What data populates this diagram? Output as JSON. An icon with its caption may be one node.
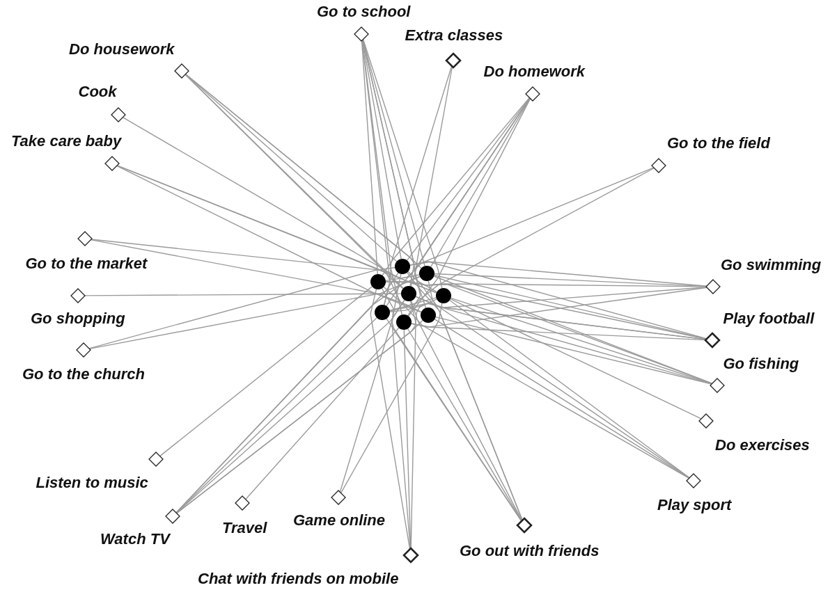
{
  "diagram": {
    "nodes": [
      {
        "text": [
          "Go to school"
        ]
      },
      {
        "text": [
          "Extra classes"
        ]
      },
      {
        "text": [
          "Do homework"
        ]
      },
      {
        "text": [
          "Do housework"
        ]
      },
      {
        "text": [
          "Cook"
        ]
      },
      {
        "text": [
          "Take care baby"
        ]
      },
      {
        "text": [
          "Go to the field"
        ]
      },
      {
        "text": [
          "Go to the market"
        ]
      },
      {
        "text": [
          "Go shopping"
        ]
      },
      {
        "text": [
          "Go to the church"
        ]
      },
      {
        "text": [
          "Go swimming"
        ]
      },
      {
        "text": [
          "Play football"
        ]
      },
      {
        "text": [
          "Go fishing"
        ]
      },
      {
        "text": [
          "Do exercises"
        ]
      },
      {
        "text": [
          "Play sport"
        ]
      },
      {
        "text": [
          "Listen to music"
        ]
      },
      {
        "text": [
          "Watch TV"
        ]
      },
      {
        "text": [
          "Travel"
        ]
      },
      {
        "text": [
          "Game online"
        ]
      },
      {
        "text": [
          "Go out with friends"
        ]
      },
      {
        "text": [
          "Chat with friends on mobile"
        ]
      },
      {
        "text": [],
        "shape": "circle"
      },
      {
        "text": [],
        "shape": "circle"
      },
      {
        "text": [],
        "shape": "circle"
      },
      {
        "text": [],
        "shape": "circle"
      },
      {
        "text": [],
        "shape": "circle"
      },
      {
        "text": [],
        "shape": "circle"
      },
      {
        "text": [],
        "shape": "circle"
      },
      {
        "text": [],
        "shape": "circle"
      }
    ],
    "edges": [
      {
        "from": 0,
        "to": 21,
        "arrow": "none"
      },
      {
        "from": 0,
        "to": 22,
        "arrow": "none"
      },
      {
        "from": 0,
        "to": 23,
        "arrow": "none"
      },
      {
        "from": 0,
        "to": 24,
        "arrow": "none"
      },
      {
        "from": 0,
        "to": 25,
        "arrow": "none"
      },
      {
        "from": 0,
        "to": 26,
        "arrow": "none"
      },
      {
        "from": 0,
        "to": 27,
        "arrow": "none"
      },
      {
        "from": 0,
        "to": 28,
        "arrow": "none"
      },
      {
        "from": 1,
        "to": 26,
        "arrow": "none"
      },
      {
        "from": 1,
        "to": 27,
        "arrow": "none"
      },
      {
        "from": 2,
        "to": 21,
        "arrow": "none"
      },
      {
        "from": 2,
        "to": 22,
        "arrow": "none"
      },
      {
        "from": 2,
        "to": 23,
        "arrow": "none"
      },
      {
        "from": 2,
        "to": 24,
        "arrow": "none"
      },
      {
        "from": 2,
        "to": 26,
        "arrow": "none"
      },
      {
        "from": 2,
        "to": 27,
        "arrow": "none"
      },
      {
        "from": 3,
        "to": 21,
        "arrow": "none"
      },
      {
        "from": 3,
        "to": 22,
        "arrow": "none"
      },
      {
        "from": 3,
        "to": 24,
        "arrow": "none"
      },
      {
        "from": 3,
        "to": 25,
        "arrow": "none"
      },
      {
        "from": 3,
        "to": 28,
        "arrow": "none"
      },
      {
        "from": 4,
        "to": 25,
        "arrow": "none"
      },
      {
        "from": 5,
        "to": 24,
        "arrow": "none"
      },
      {
        "from": 5,
        "to": 25,
        "arrow": "none"
      },
      {
        "from": 5,
        "to": 28,
        "arrow": "none"
      },
      {
        "from": 6,
        "to": 23,
        "arrow": "none"
      },
      {
        "from": 6,
        "to": 26,
        "arrow": "none"
      },
      {
        "from": 7,
        "to": 22,
        "arrow": "none"
      },
      {
        "from": 7,
        "to": 25,
        "arrow": "none"
      },
      {
        "from": 8,
        "to": 24,
        "arrow": "none"
      },
      {
        "from": 9,
        "to": 21,
        "arrow": "none"
      },
      {
        "from": 9,
        "to": 22,
        "arrow": "none"
      },
      {
        "from": 10,
        "to": 21,
        "arrow": "none"
      },
      {
        "from": 10,
        "to": 22,
        "arrow": "none"
      },
      {
        "from": 10,
        "to": 23,
        "arrow": "none"
      },
      {
        "from": 10,
        "to": 26,
        "arrow": "none"
      },
      {
        "from": 10,
        "to": 27,
        "arrow": "none"
      },
      {
        "from": 11,
        "to": 21,
        "arrow": "none"
      },
      {
        "from": 11,
        "to": 22,
        "arrow": "none"
      },
      {
        "from": 11,
        "to": 23,
        "arrow": "none"
      },
      {
        "from": 11,
        "to": 24,
        "arrow": "none"
      },
      {
        "from": 11,
        "to": 26,
        "arrow": "none"
      },
      {
        "from": 11,
        "to": 27,
        "arrow": "none"
      },
      {
        "from": 12,
        "to": 22,
        "arrow": "none"
      },
      {
        "from": 12,
        "to": 23,
        "arrow": "none"
      },
      {
        "from": 12,
        "to": 24,
        "arrow": "none"
      },
      {
        "from": 12,
        "to": 25,
        "arrow": "none"
      },
      {
        "from": 12,
        "to": 28,
        "arrow": "none"
      },
      {
        "from": 13,
        "to": 25,
        "arrow": "none"
      },
      {
        "from": 14,
        "to": 21,
        "arrow": "none"
      },
      {
        "from": 14,
        "to": 23,
        "arrow": "none"
      },
      {
        "from": 14,
        "to": 25,
        "arrow": "none"
      },
      {
        "from": 14,
        "to": 28,
        "arrow": "none"
      },
      {
        "from": 15,
        "to": 23,
        "arrow": "none"
      },
      {
        "from": 16,
        "to": 21,
        "arrow": "none"
      },
      {
        "from": 16,
        "to": 22,
        "arrow": "none"
      },
      {
        "from": 16,
        "to": 24,
        "arrow": "none"
      },
      {
        "from": 16,
        "to": 25,
        "arrow": "none"
      },
      {
        "from": 16,
        "to": 26,
        "arrow": "none"
      },
      {
        "from": 16,
        "to": 28,
        "arrow": "none"
      },
      {
        "from": 17,
        "to": 27,
        "arrow": "none"
      },
      {
        "from": 18,
        "to": 24,
        "arrow": "none"
      },
      {
        "from": 18,
        "to": 25,
        "arrow": "none"
      },
      {
        "from": 19,
        "to": 21,
        "arrow": "none"
      },
      {
        "from": 19,
        "to": 22,
        "arrow": "none"
      },
      {
        "from": 19,
        "to": 23,
        "arrow": "none"
      },
      {
        "from": 19,
        "to": 24,
        "arrow": "none"
      },
      {
        "from": 19,
        "to": 26,
        "arrow": "none"
      },
      {
        "from": 19,
        "to": 27,
        "arrow": "none"
      },
      {
        "from": 20,
        "to": 21,
        "arrow": "none"
      },
      {
        "from": 20,
        "to": 23,
        "arrow": "none"
      },
      {
        "from": 20,
        "to": 24,
        "arrow": "none"
      },
      {
        "from": 20,
        "to": 27,
        "arrow": "none"
      }
    ]
  }
}
